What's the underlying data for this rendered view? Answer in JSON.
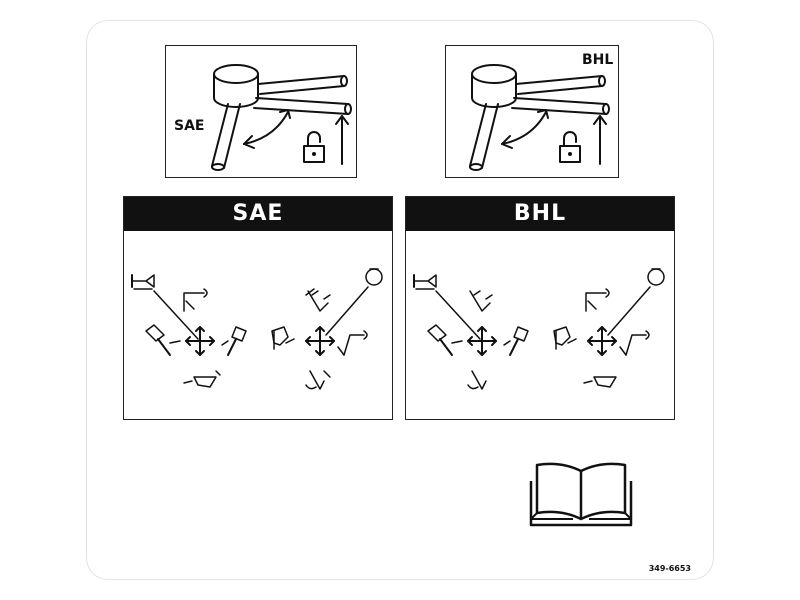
{
  "lever_diagrams": [
    {
      "id": "sae",
      "label": "SAE"
    },
    {
      "id": "bhl",
      "label": "BHL"
    }
  ],
  "patterns": [
    {
      "id": "sae",
      "title": "SAE"
    },
    {
      "id": "bhl",
      "title": "BHL"
    }
  ],
  "icons": [
    "lever-icon",
    "lock-icon",
    "horn-icon",
    "swing-icon",
    "bucket-icon",
    "boom-icon",
    "dipper-icon",
    "book-icon"
  ],
  "part_number": "349-6653"
}
